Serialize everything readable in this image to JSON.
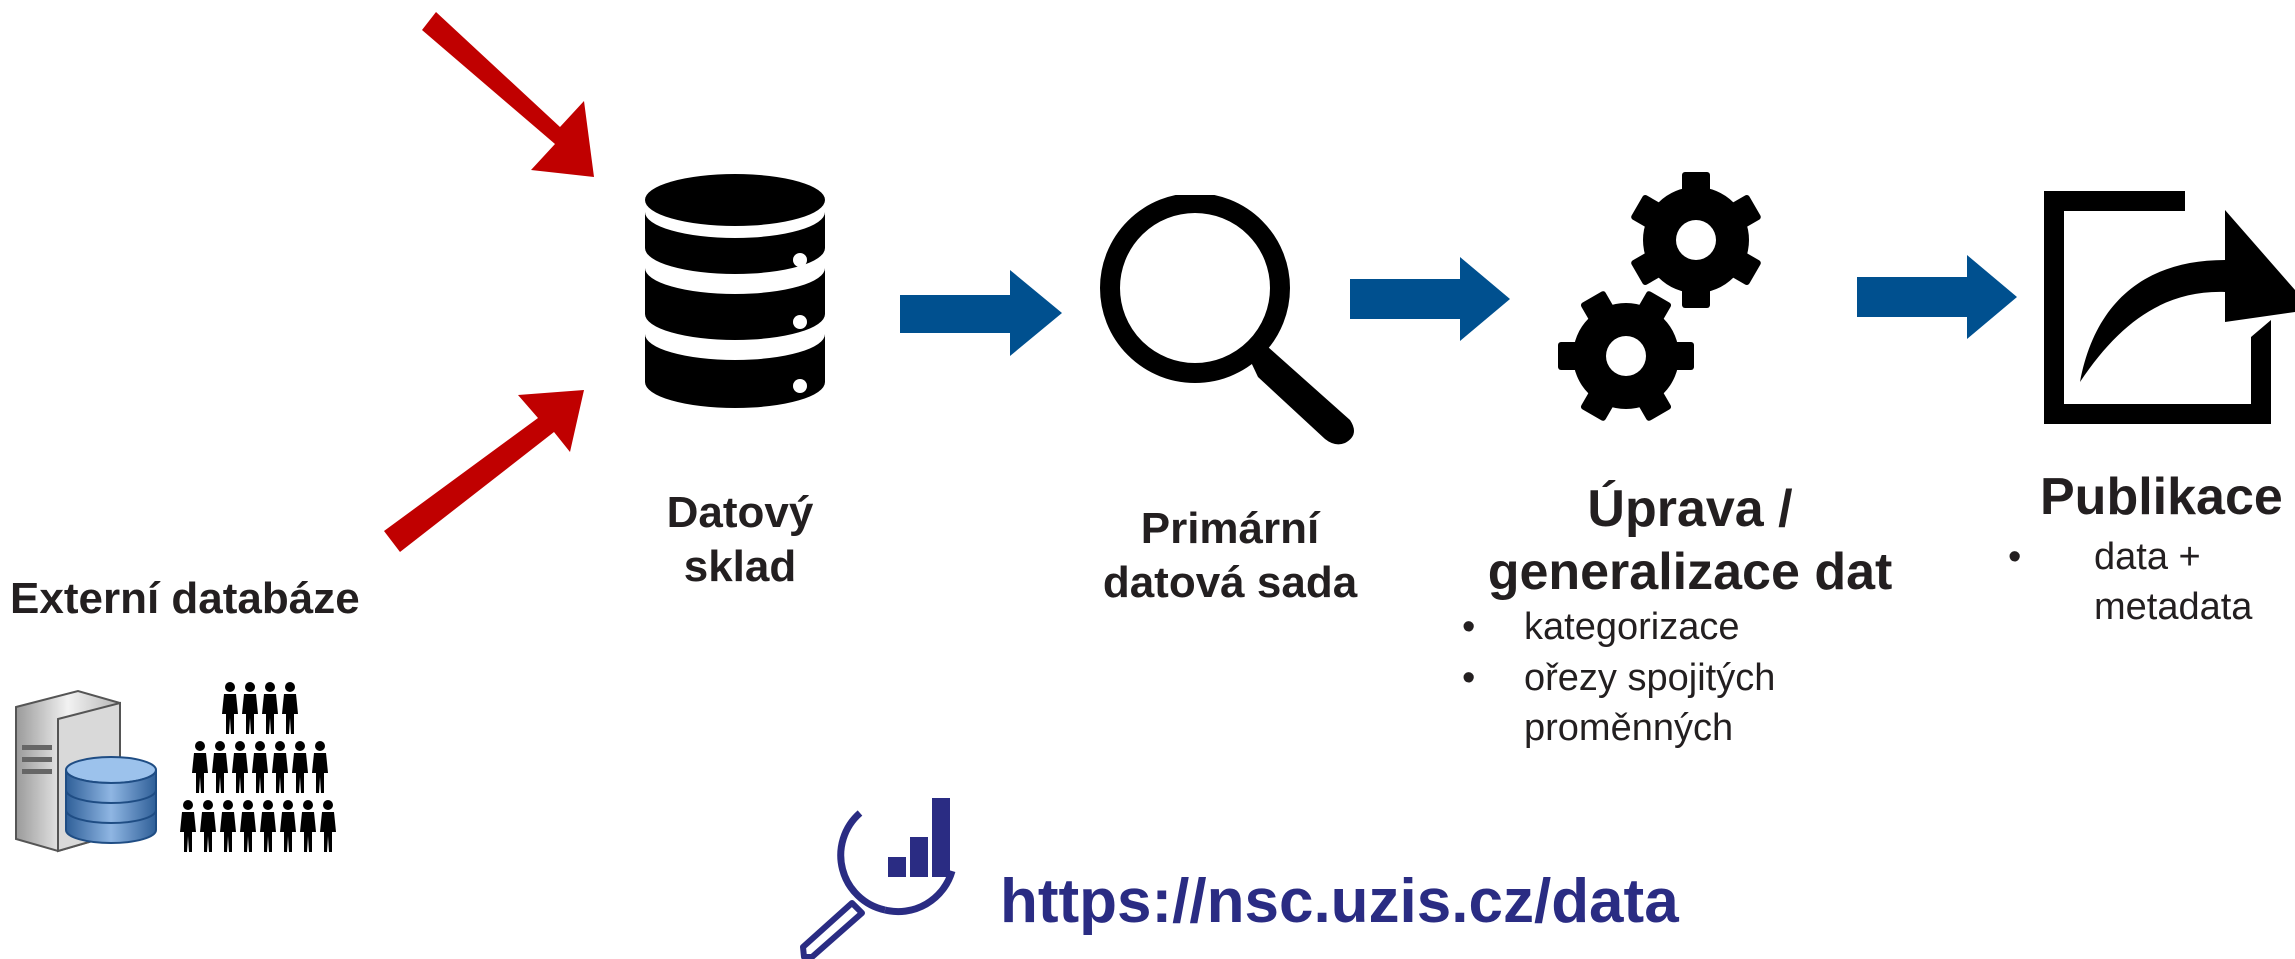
{
  "sources": {
    "label": "Externí databáze"
  },
  "steps": [
    {
      "label": "Datový sklad"
    },
    {
      "label": "Primární datová sada"
    },
    {
      "label_line1": "Úprava /",
      "label_line2": "generalizace dat",
      "bullets": [
        "kategorizace",
        "ořezy spojitých proměnných"
      ]
    },
    {
      "label": "Publikace",
      "bullets": [
        "data + metadata"
      ]
    }
  ],
  "footer": {
    "url": "https://nsc.uzis.cz/data"
  },
  "colors": {
    "red_arrow": "#c00000",
    "blue_arrow": "#00508f",
    "brand_navy": "#2a2c83",
    "icon": "#000000"
  },
  "icons": [
    "server-database-icon",
    "population-pyramid-icon",
    "database-icon",
    "magnifier-icon",
    "gears-icon",
    "share-export-icon",
    "nsc-logo-icon"
  ]
}
